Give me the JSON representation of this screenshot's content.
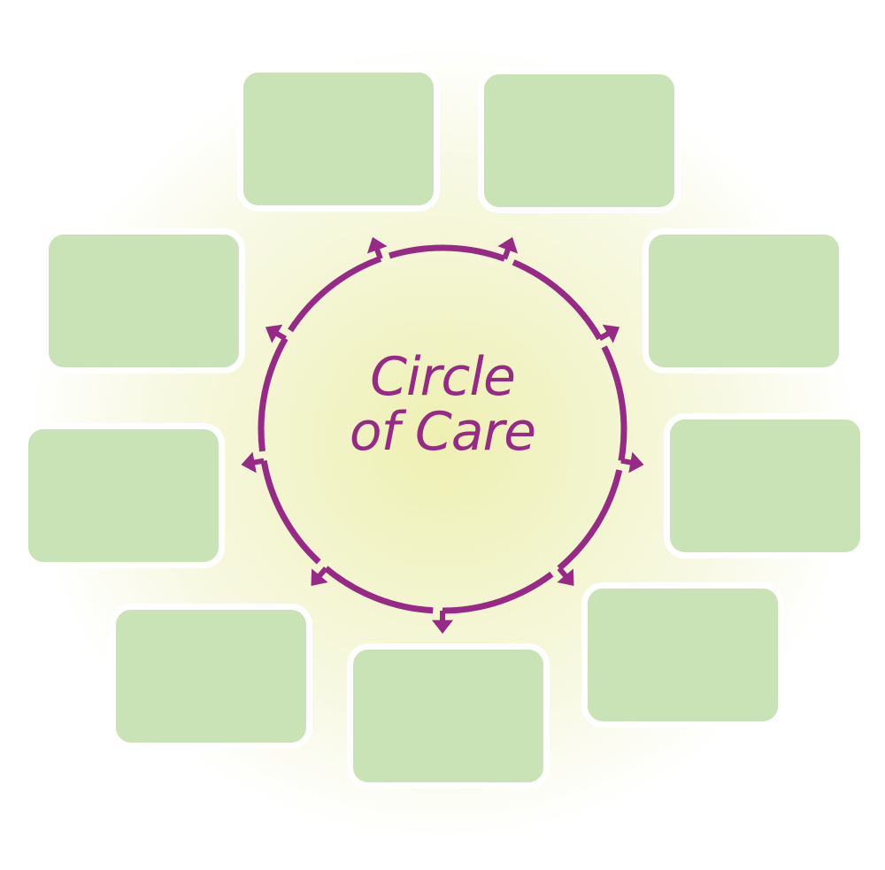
{
  "diagram": {
    "title_line1": "Circle",
    "title_line2": "of Care",
    "box_count": 9,
    "colors": {
      "accent": "#962a86",
      "box_fill": "#c9e2b6",
      "glow": "#eef0b2"
    }
  }
}
